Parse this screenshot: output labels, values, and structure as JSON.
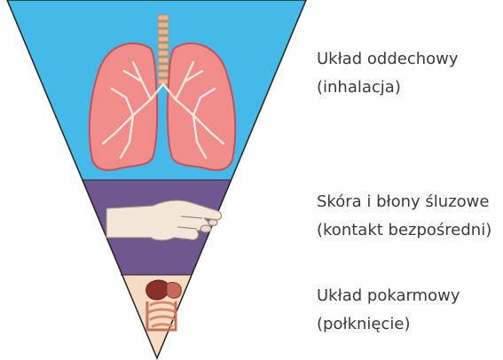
{
  "routes": [
    {
      "id": "respiratory",
      "line1": "Układ oddechowy",
      "line2": "(inhalacja)",
      "band_color": "#45b9e7",
      "icon": "lungs-icon"
    },
    {
      "id": "skin",
      "line1": "Skóra i błony śluzowe",
      "line2": "(kontakt bezpośredni)",
      "band_color": "#71578f",
      "icon": "hand-icon"
    },
    {
      "id": "digestive",
      "line1": "Układ pokarmowy",
      "line2": "(połknięcie)",
      "band_color": "#f6dcc3",
      "icon": "digestive-organs-icon"
    }
  ],
  "colors": {
    "outline": "#222222",
    "lung_fill": "#f08c8a",
    "lung_outline": "#c94f5a",
    "trachea": "#f2b48a",
    "skin": "#f5e6da",
    "label_text": "#3a3a3a"
  }
}
